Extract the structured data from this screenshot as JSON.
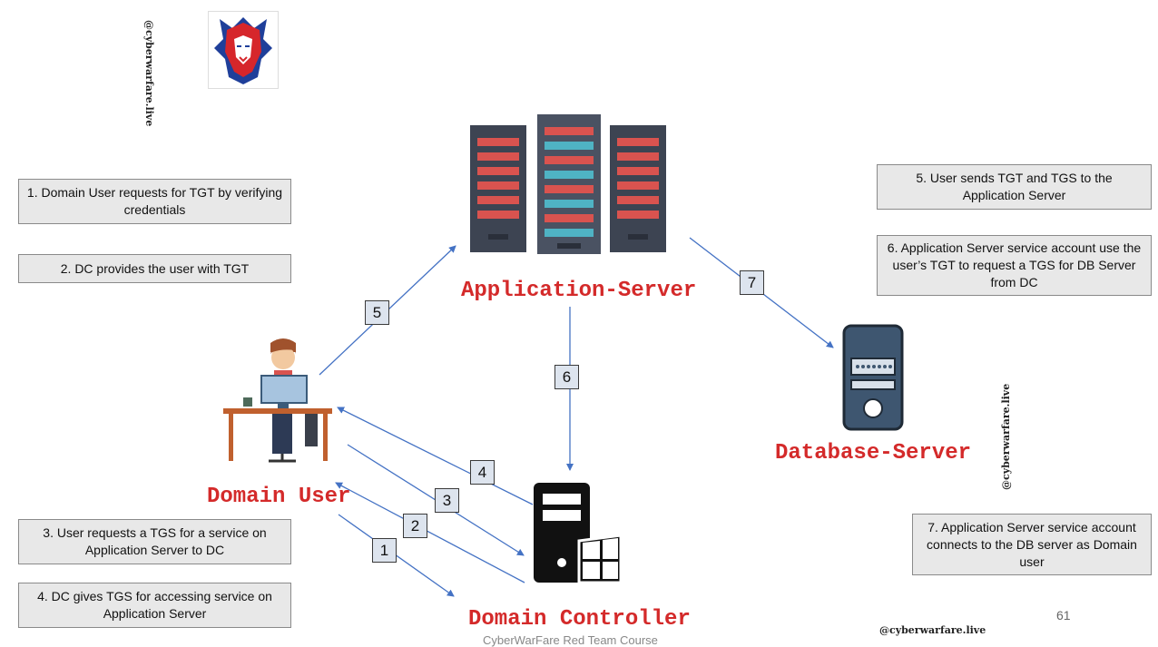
{
  "watermark": "@cyberwarfare.live",
  "nodes": {
    "app_server": "Application-Server",
    "db_server": "Database-Server",
    "domain_user": "Domain User",
    "domain_controller": "Domain Controller"
  },
  "notes": {
    "n1": "1.  Domain User requests for TGT by verifying credentials",
    "n2": "2.  DC provides the user with TGT",
    "n3": "3.  User requests a TGS for a service on Application Server to DC",
    "n4": "4.  DC gives TGS for accessing service on Application Server",
    "n5": "5.  User sends TGT and TGS to the Application Server",
    "n6": "6.  Application Server service account use the user’s TGT to request a TGS for DB Server from DC",
    "n7": "7.  Application Server service account connects to the DB server as Domain user"
  },
  "steps": {
    "s1": "1",
    "s2": "2",
    "s3": "3",
    "s4": "4",
    "s5": "5",
    "s6": "6",
    "s7": "7"
  },
  "footer": "CyberWarFare Red Team Course",
  "page_number": "61",
  "colors": {
    "label_red": "#d42a2a",
    "arrow_blue": "#4472c4",
    "note_fill": "#e8e8e8"
  }
}
